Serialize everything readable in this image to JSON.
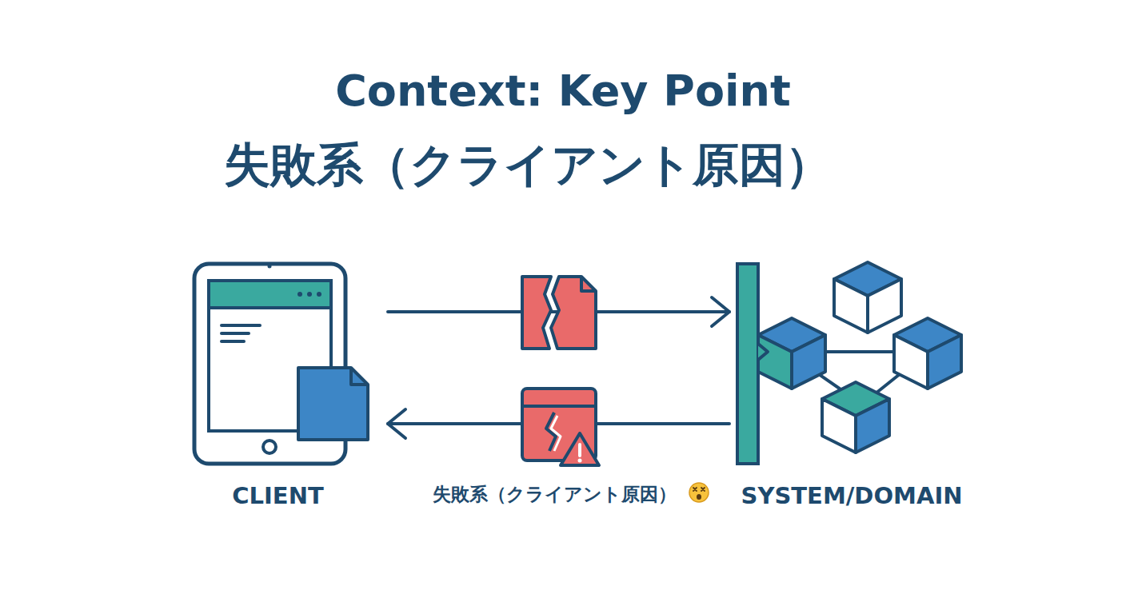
{
  "diagram": {
    "title": "Context: Key Point",
    "nodes": [
      {
        "text": [
          "CLIENT"
        ]
      },
      {
        "text": [
          "SYSTEM/DOMAIN"
        ]
      }
    ],
    "edges": [
      {
        "from": 0,
        "to": 1,
        "arrow": "to"
      },
      {
        "from": 1,
        "to": 0,
        "arrow": "to",
        "label": "失敗系（クライアント原因）"
      }
    ],
    "labels": [
      "失敗系（クライアント原因）"
    ]
  }
}
